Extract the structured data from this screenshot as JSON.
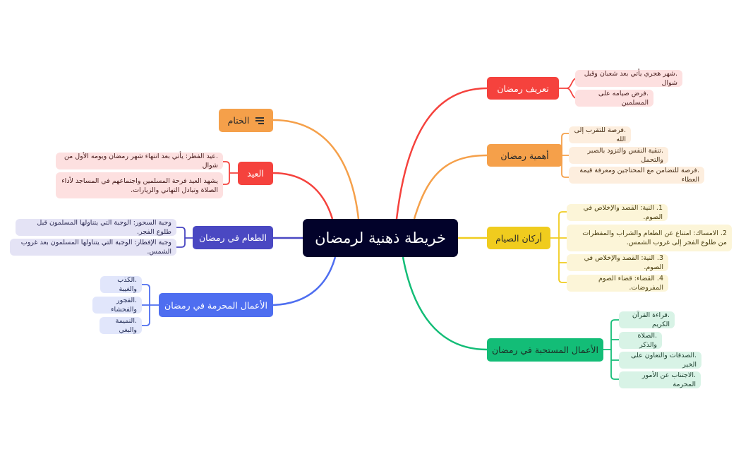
{
  "central": {
    "label": "خريطة ذهنية لرمضان",
    "color": "#02022a"
  },
  "topics": {
    "definition": {
      "label": "تعريف رمضان",
      "color": "#f5423d",
      "items": [
        ".شهر هجري يأتي بعد شعبان وقبل شوال",
        ".فرض صيامه على المسلمين"
      ]
    },
    "importance": {
      "label": "أهمية رمضان",
      "color": "#f5a04a",
      "items": [
        ".فرصة للتقرب إلى الله",
        ".تنقية النفس والتزود بالصبر والتحمل",
        ".فرصة للتضامن مع المحتاجين ومعرفة قيمة العطاء"
      ]
    },
    "pillars": {
      "label": "أركان الصيام",
      "color": "#f0cc1e",
      "items": [
        "1. النية: القصد والإخلاص في الصوم.",
        "2. الامساك: امتناع عن الطعام والشراب والمفطرات من طلوع الفجر إلى غروب الشمس.",
        "3. النية: القصد والإخلاص في الصوم.",
        "4. القضاء: قضاء الصوم المفروضات."
      ]
    },
    "recommended": {
      "label": "الأعمال المستحبة في رمضان",
      "color": "#13bd77",
      "items": [
        ".قراءة القرآن الكريم",
        ".الصلاة والذكر",
        ".الصدقات والتعاون على الخير",
        ".الاجتناب عن الأمور المحرمة"
      ]
    },
    "conclusion": {
      "label": "الختام",
      "color": "#f5a04a",
      "icon": "menu-lines-icon"
    },
    "eid": {
      "label": "العيد",
      "color": "#f5423d",
      "items": [
        ".عيد الفطر: يأتي بعد انتهاء شهر رمضان ويومه الأول من شوال",
        "يشهد العيد فرحة المسلمين واجتماعهم في المساجد لأداء الصلاة وتبادل التهاني والزيارات."
      ]
    },
    "food": {
      "label": "الطعام في رمضان",
      "color": "#4a48c2",
      "items": [
        "وجبة السحور: الوجبة التي يتناولها المسلمون قبل طلوع الفجر.",
        "وجبة الإفطار: الوجبة التي يتناولها المسلمون بعد غروب الشمس."
      ]
    },
    "forbidden": {
      "label": "الأعمال المحرمة في رمضان",
      "color": "#4e6ef0",
      "items": [
        ".الكذب والغيبة",
        ".الفجور والفحشاء",
        ".النميمة والبغي"
      ]
    }
  }
}
